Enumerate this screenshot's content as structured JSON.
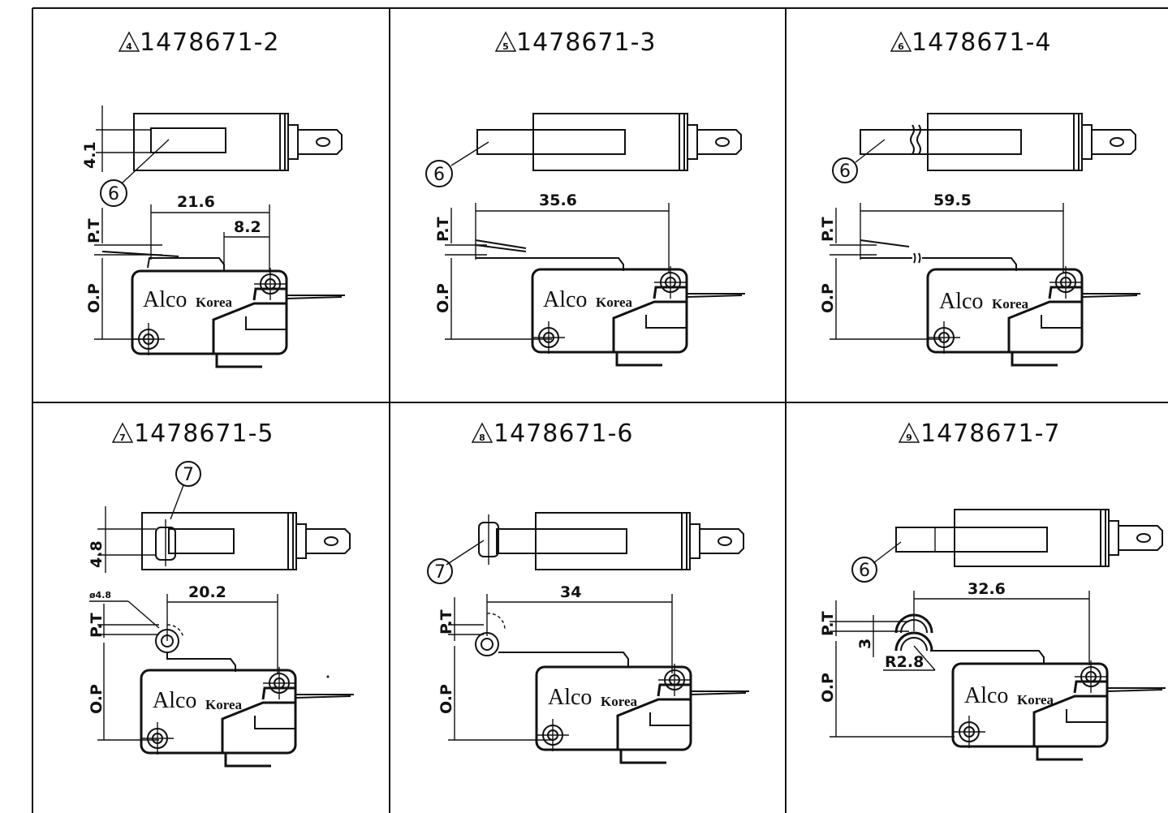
{
  "drawing": {
    "panels": [
      {
        "id": "p2",
        "revision": "4",
        "part_number": "1478671-2",
        "dims": {
          "width": "21.6",
          "pos": "8.2",
          "height": "4.1",
          "pt": "P.T",
          "op": "O.P",
          "callout": "6"
        }
      },
      {
        "id": "p3",
        "revision": "5",
        "part_number": "1478671-3",
        "dims": {
          "width": "35.6",
          "pt": "P.T",
          "op": "O.P",
          "callout": "6"
        }
      },
      {
        "id": "p4",
        "revision": "6",
        "part_number": "1478671-4",
        "dims": {
          "width": "59.5",
          "pt": "P.T",
          "op": "O.P",
          "callout": "6"
        }
      },
      {
        "id": "p5",
        "revision": "7",
        "part_number": "1478671-5",
        "dims": {
          "width": "20.2",
          "height": "4.8",
          "diameter": "ø4.8",
          "pt": "P.T",
          "op": "O.P",
          "callout": "7"
        }
      },
      {
        "id": "p6",
        "revision": "8",
        "part_number": "1478671-6",
        "dims": {
          "width": "34",
          "pt": "P.T",
          "op": "O.P",
          "callout": "7"
        }
      },
      {
        "id": "p7",
        "revision": "9",
        "part_number": "1478671-7",
        "dims": {
          "width": "32.6",
          "height": "3",
          "radius": "R2.8",
          "pt": "P.T",
          "op": "O.P",
          "callout": "6"
        }
      }
    ],
    "brand": {
      "name": "Alco",
      "suffix": "Korea"
    }
  }
}
